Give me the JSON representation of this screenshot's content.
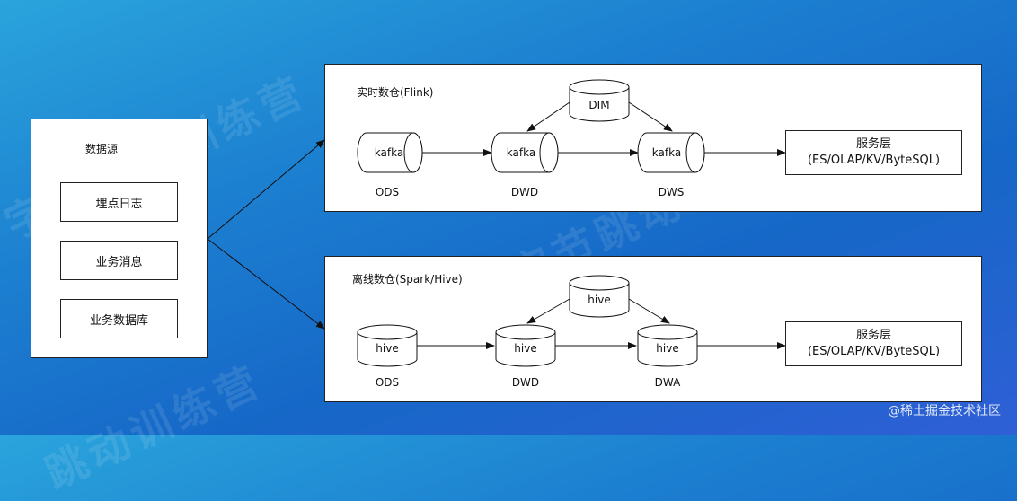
{
  "watermark": "字节跳动训练营",
  "source": {
    "title": "数据源",
    "items": [
      "埋点日志",
      "业务消息",
      "业务数据库"
    ]
  },
  "realtime": {
    "title": "实时数仓(Flink)",
    "dim": "DIM",
    "cylinders": [
      "kafka",
      "kafka",
      "kafka"
    ],
    "layers": [
      "ODS",
      "DWD",
      "DWS"
    ],
    "service": "服务层\n(ES/OLAP/KV/ByteSQL)"
  },
  "offline": {
    "title": "离线数仓(Spark/Hive)",
    "dim": "hive",
    "cylinders": [
      "hive",
      "hive",
      "hive"
    ],
    "layers": [
      "ODS",
      "DWD",
      "DWA"
    ],
    "service": "服务层\n(ES/OLAP/KV/ByteSQL)"
  },
  "footer": "@稀土掘金技术社区"
}
